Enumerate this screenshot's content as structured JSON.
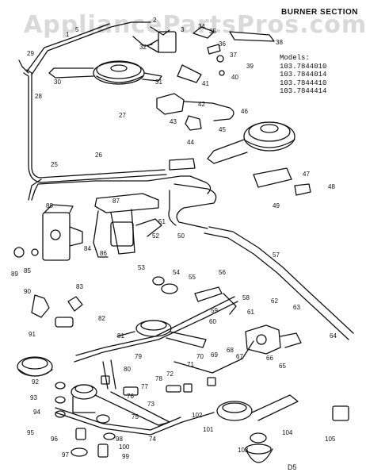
{
  "watermark": "AppliancePartsPros.com",
  "section_title": "BURNER SECTION",
  "models": {
    "heading": "Models:",
    "list": [
      "103.7844010",
      "103.7844014",
      "103.7844410",
      "103.7844414"
    ]
  },
  "footer_code": "D5",
  "callouts": [
    "1",
    "2",
    "3",
    "5",
    "25",
    "26",
    "27",
    "28",
    "29",
    "30",
    "31",
    "32",
    "34",
    "35",
    "36",
    "37",
    "38",
    "39",
    "40",
    "41",
    "42",
    "43",
    "44",
    "45",
    "46",
    "47",
    "48",
    "49",
    "50",
    "51",
    "52",
    "53",
    "54",
    "55",
    "56",
    "57",
    "58",
    "59",
    "60",
    "61",
    "62",
    "63",
    "64",
    "65",
    "66",
    "67",
    "68",
    "69",
    "70",
    "71",
    "72",
    "73",
    "74",
    "75",
    "76",
    "77",
    "78",
    "79",
    "80",
    "81",
    "82",
    "83",
    "84",
    "85",
    "86",
    "87",
    "88",
    "89",
    "90",
    "91",
    "92",
    "93",
    "94",
    "95",
    "96",
    "97",
    "98",
    "99",
    "100",
    "101",
    "102",
    "103",
    "104",
    "105"
  ]
}
